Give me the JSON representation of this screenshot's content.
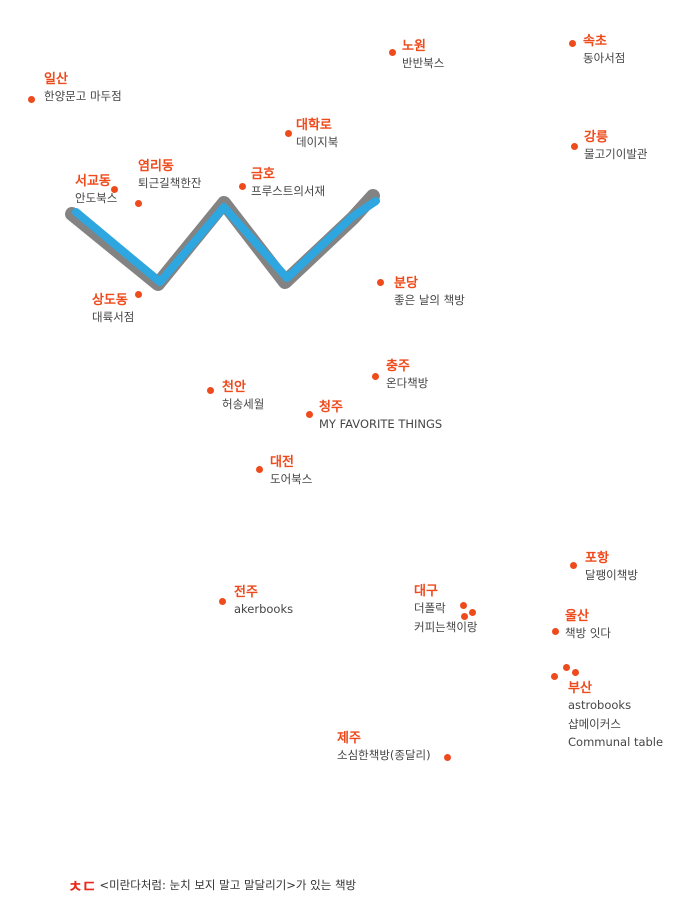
{
  "colors": {
    "city": "#ee4a1c",
    "store": "#454545",
    "dot": "#ee4a1c",
    "route_fill": "#2ea6e0",
    "route_outline": "#666666",
    "logo": "#e8291b"
  },
  "locations": [
    {
      "city": "일산",
      "stores": [
        "한양문고 마두점"
      ]
    },
    {
      "city": "노원",
      "stores": [
        "반반북스"
      ]
    },
    {
      "city": "속초",
      "stores": [
        "동아서점"
      ]
    },
    {
      "city": "대학로",
      "stores": [
        "데이지북"
      ]
    },
    {
      "city": "강릉",
      "stores": [
        "물고기이발관"
      ]
    },
    {
      "city": "서교동",
      "stores": [
        "안도북스"
      ]
    },
    {
      "city": "염리동",
      "stores": [
        "퇴근길책한잔"
      ]
    },
    {
      "city": "금호",
      "stores": [
        "프루스트의서재"
      ]
    },
    {
      "city": "상도동",
      "stores": [
        "대륙서점"
      ]
    },
    {
      "city": "분당",
      "stores": [
        "좋은 날의 책방"
      ]
    },
    {
      "city": "충주",
      "stores": [
        "온다책방"
      ]
    },
    {
      "city": "천안",
      "stores": [
        "허송세월"
      ]
    },
    {
      "city": "청주",
      "stores": [
        "MY FAVORITE THINGS"
      ]
    },
    {
      "city": "대전",
      "stores": [
        "도어북스"
      ]
    },
    {
      "city": "포항",
      "stores": [
        "달팽이책방"
      ]
    },
    {
      "city": "전주",
      "stores": [
        "akerbooks"
      ]
    },
    {
      "city": "대구",
      "stores": [
        "더폴락",
        "커피는책이랑"
      ]
    },
    {
      "city": "울산",
      "stores": [
        "책방 잇다"
      ]
    },
    {
      "city": "부산",
      "stores": [
        "astrobooks",
        "샵메이커스",
        "Communal table"
      ]
    },
    {
      "city": "제주",
      "stores": [
        "소심한책방(종달리)"
      ]
    }
  ],
  "footer": {
    "logo": "ㅊㄷ",
    "caption": "<미란다처럼: 눈치 보지 말고 말달리기>가 있는 책방"
  }
}
